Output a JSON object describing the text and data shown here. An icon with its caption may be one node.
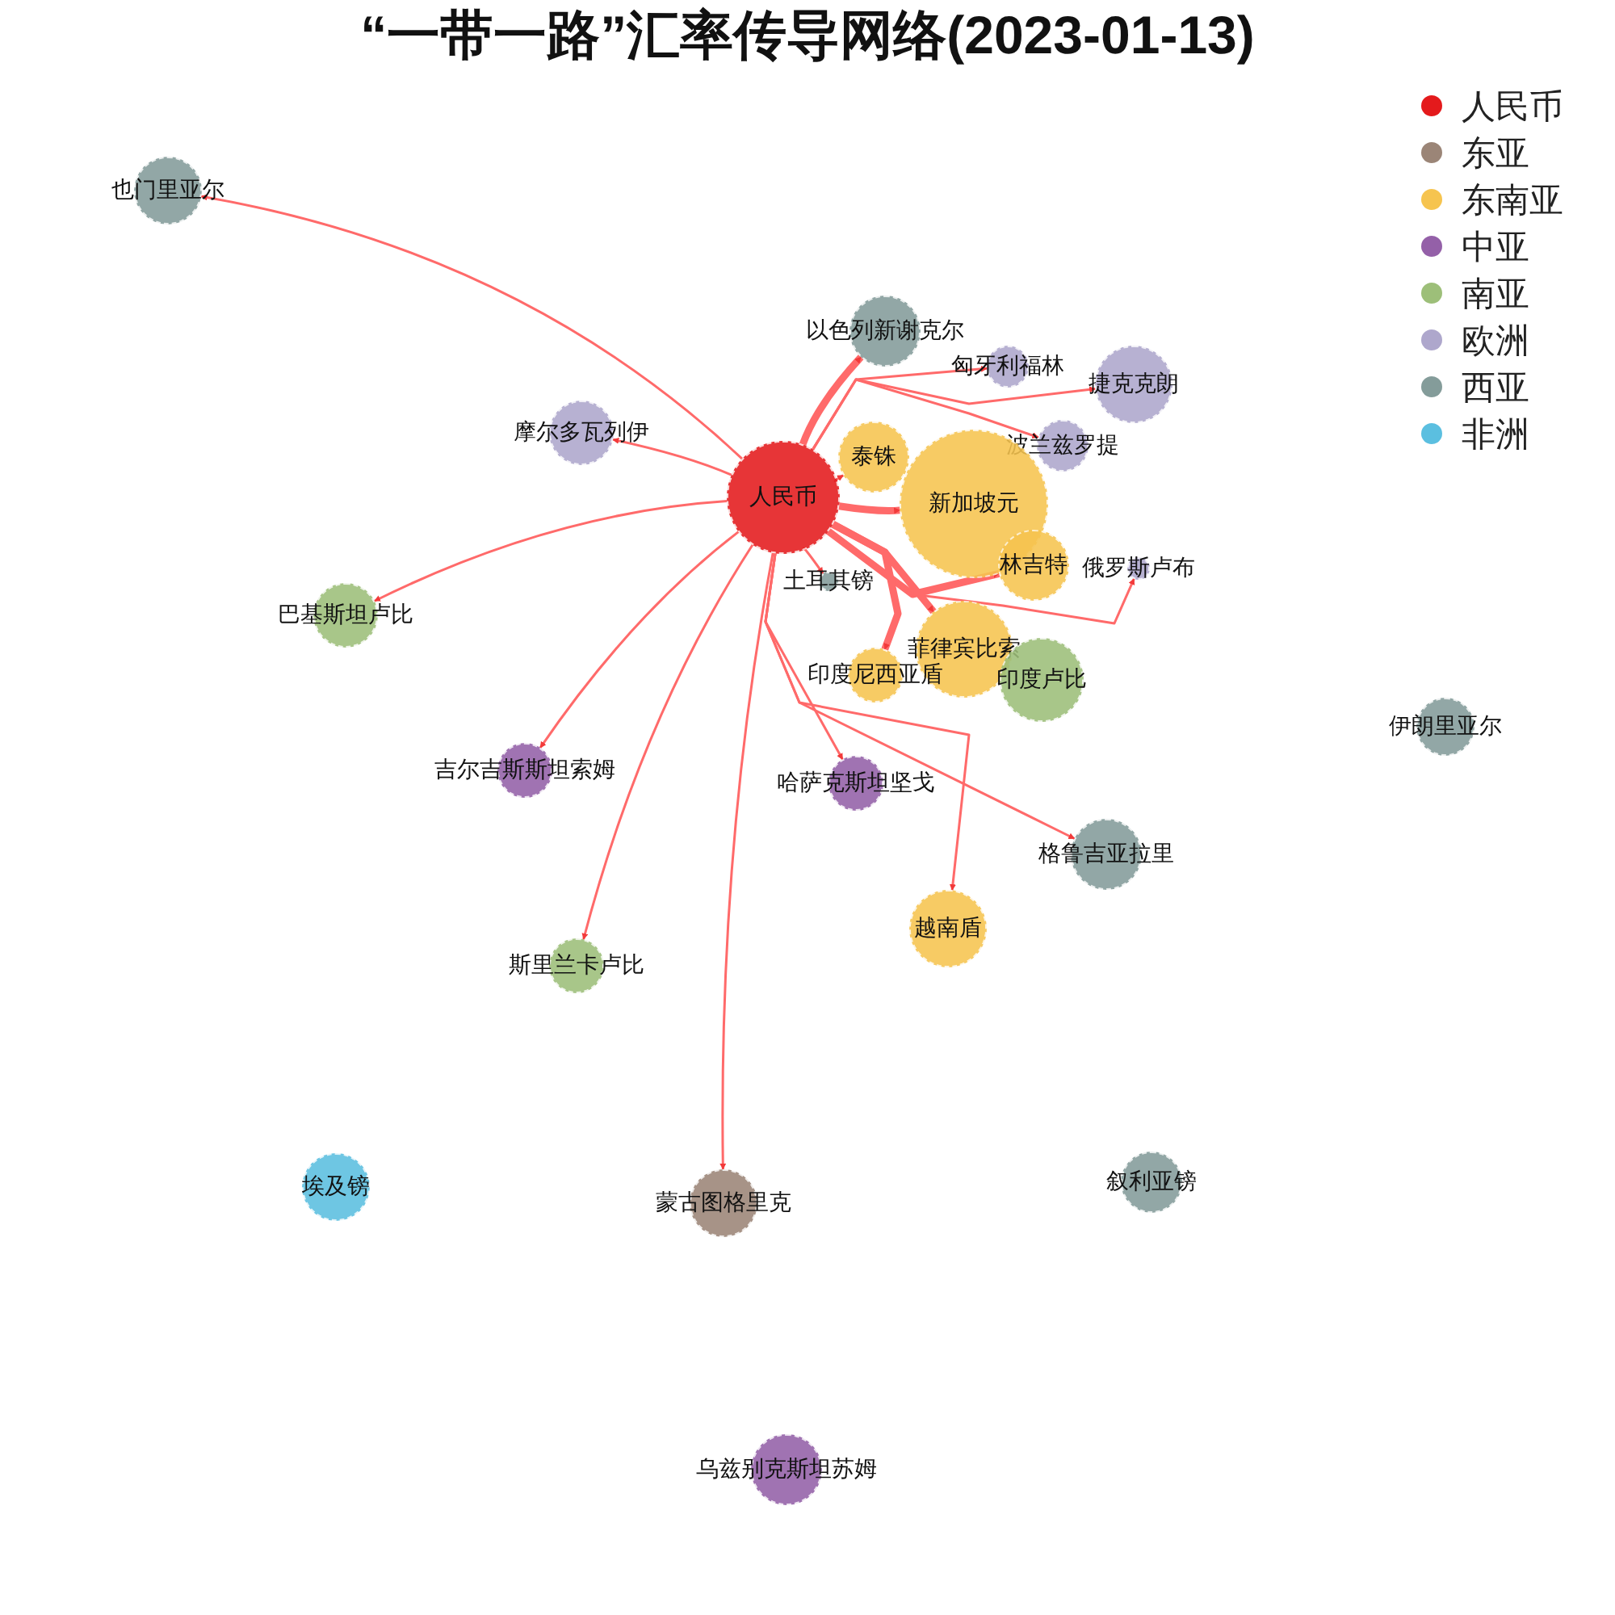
{
  "diagram": {
    "title": "“一带一路”汇率传导网络(2023-01-13)",
    "nodes": [
      {
        "text": [
          "人民币"
        ]
      },
      {
        "text": [
          "也门里亚尔"
        ]
      },
      {
        "text": [
          "以色列新谢克尔"
        ]
      },
      {
        "text": [
          "匈牙利福林"
        ]
      },
      {
        "text": [
          "捷克克朗"
        ]
      },
      {
        "text": [
          "摩尔多瓦列伊"
        ]
      },
      {
        "text": [
          "泰铢"
        ]
      },
      {
        "text": [
          "波兰兹罗提"
        ]
      },
      {
        "text": [
          "新加坡元"
        ]
      },
      {
        "text": [
          "林吉特"
        ]
      },
      {
        "text": [
          "俄罗斯卢布"
        ]
      },
      {
        "text": [
          "土耳其镑"
        ]
      },
      {
        "text": [
          "巴基斯坦卢比"
        ]
      },
      {
        "text": [
          "菲律宾比索"
        ]
      },
      {
        "text": [
          "印度尼西亚盾"
        ]
      },
      {
        "text": [
          "印度卢比"
        ]
      },
      {
        "text": [
          "伊朗里亚尔"
        ]
      },
      {
        "text": [
          "吉尔吉斯斯坦索姆"
        ]
      },
      {
        "text": [
          "哈萨克斯坦坚戈"
        ]
      },
      {
        "text": [
          "格鲁吉亚拉里"
        ]
      },
      {
        "text": [
          "越南盾"
        ]
      },
      {
        "text": [
          "斯里兰卡卢比"
        ]
      },
      {
        "text": [
          "埃及镑"
        ]
      },
      {
        "text": [
          "蒙古图格里克"
        ]
      },
      {
        "text": [
          "叙利亚镑"
        ]
      },
      {
        "text": [
          "乌兹别克斯坦苏姆"
        ]
      }
    ],
    "edges": [
      {
        "from": 0,
        "to": 1,
        "arrow": "to"
      },
      {
        "from": 0,
        "to": 2,
        "arrow": "to",
        "style": "thick"
      },
      {
        "from": 0,
        "to": 3,
        "arrow": "to"
      },
      {
        "from": 0,
        "to": 4,
        "arrow": "to"
      },
      {
        "from": 0,
        "to": 5,
        "arrow": "to"
      },
      {
        "from": 0,
        "to": 6,
        "arrow": "to"
      },
      {
        "from": 0,
        "to": 7,
        "arrow": "to"
      },
      {
        "from": 0,
        "to": 8,
        "arrow": "to",
        "style": "thick"
      },
      {
        "from": 0,
        "to": 9,
        "arrow": "to",
        "style": "thick"
      },
      {
        "from": 0,
        "to": 10,
        "arrow": "to"
      },
      {
        "from": 0,
        "to": 11,
        "arrow": "to"
      },
      {
        "from": 0,
        "to": 12,
        "arrow": "to"
      },
      {
        "from": 0,
        "to": 13,
        "arrow": "to",
        "style": "thick"
      },
      {
        "from": 0,
        "to": 14,
        "arrow": "to",
        "style": "thick"
      },
      {
        "from": 0,
        "to": 17,
        "arrow": "to"
      },
      {
        "from": 0,
        "to": 18,
        "arrow": "to"
      },
      {
        "from": 0,
        "to": 19,
        "arrow": "to"
      },
      {
        "from": 0,
        "to": 20,
        "arrow": "to"
      },
      {
        "from": 0,
        "to": 21,
        "arrow": "to"
      },
      {
        "from": 0,
        "to": 23,
        "arrow": "to"
      }
    ],
    "legend": [
      {
        "text": "人民币",
        "color": "#e41a1c"
      },
      {
        "text": "东亚",
        "color": "#9b8577"
      },
      {
        "text": "东南亚",
        "color": "#f6c44f"
      },
      {
        "text": "中亚",
        "color": "#9460a8"
      },
      {
        "text": "南亚",
        "color": "#9dbf79"
      },
      {
        "text": "欧洲",
        "color": "#aea7cc"
      },
      {
        "text": "西亚",
        "color": "#849c9a"
      },
      {
        "text": "非洲",
        "color": "#5bbfe0"
      }
    ]
  }
}
